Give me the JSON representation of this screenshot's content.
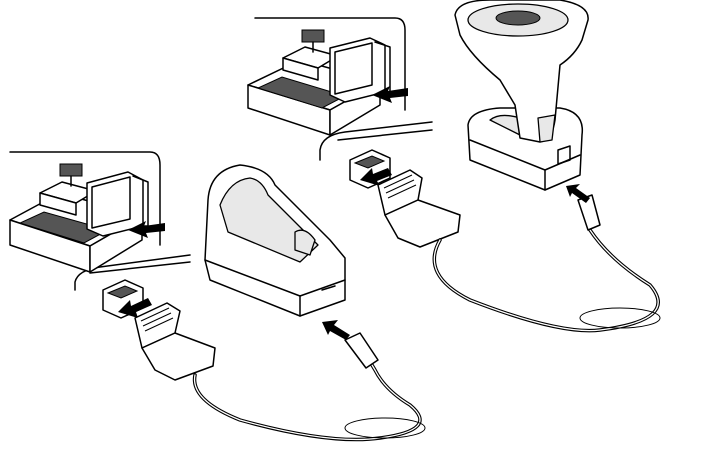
{
  "diagram": {
    "colors": {
      "line": "#000000",
      "background": "#ffffff",
      "shade": "#e8e8e8"
    },
    "panels": [
      {
        "id": "cordless-scanner-in-cradle",
        "parts": [
          "host-pos-terminal",
          "host-cable-connector",
          "cradle-cable"
        ]
      },
      {
        "id": "empty-cradle",
        "parts": [
          "host-pos-terminal",
          "host-cable-connector",
          "cradle-cable"
        ]
      }
    ]
  }
}
